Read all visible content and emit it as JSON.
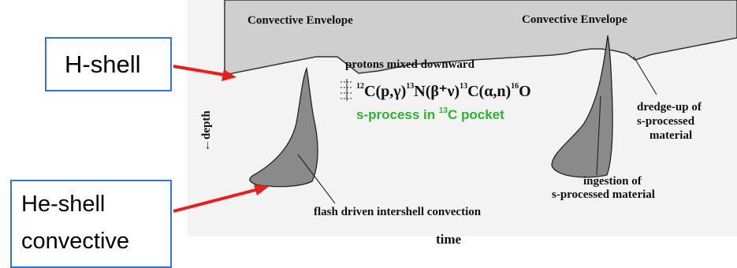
{
  "labels": {
    "envelope_left": "Convective Envelope",
    "envelope_right": "Convective Envelope",
    "protons": "protons mixed downward",
    "depth": "←depth",
    "time": "time",
    "reaction": {
      "c_mass": "12",
      "c": "C",
      "pg": "(p,γ)",
      "n_mass": "13",
      "n": "N",
      "bnu": "(β⁺ν)",
      "c2_mass": "13",
      "c2": "C",
      "an": "(α,n)",
      "o_mass": "16",
      "o": "O"
    },
    "spocket_pre": "s-process in ",
    "spocket_mass": "13",
    "spocket_post": "C pocket",
    "dredge_line1": "dredge-up of",
    "dredge_line2": "s-processed",
    "dredge_line3": "material",
    "ingestion_line1": "ingestion of",
    "ingestion_line2": "s-processed material",
    "flash": "flash driven intershell convection"
  },
  "callouts": {
    "hshell": "H-shell",
    "heshell_line1": "He-shell",
    "heshell_line2": "convective"
  },
  "colors": {
    "callout_border": "#2e75d6",
    "arrow_red": "#e8201c",
    "spocket_green": "#2bb52b",
    "envelope_fill": "#cfcfcf",
    "flash_fill": "#8a8a8a"
  }
}
